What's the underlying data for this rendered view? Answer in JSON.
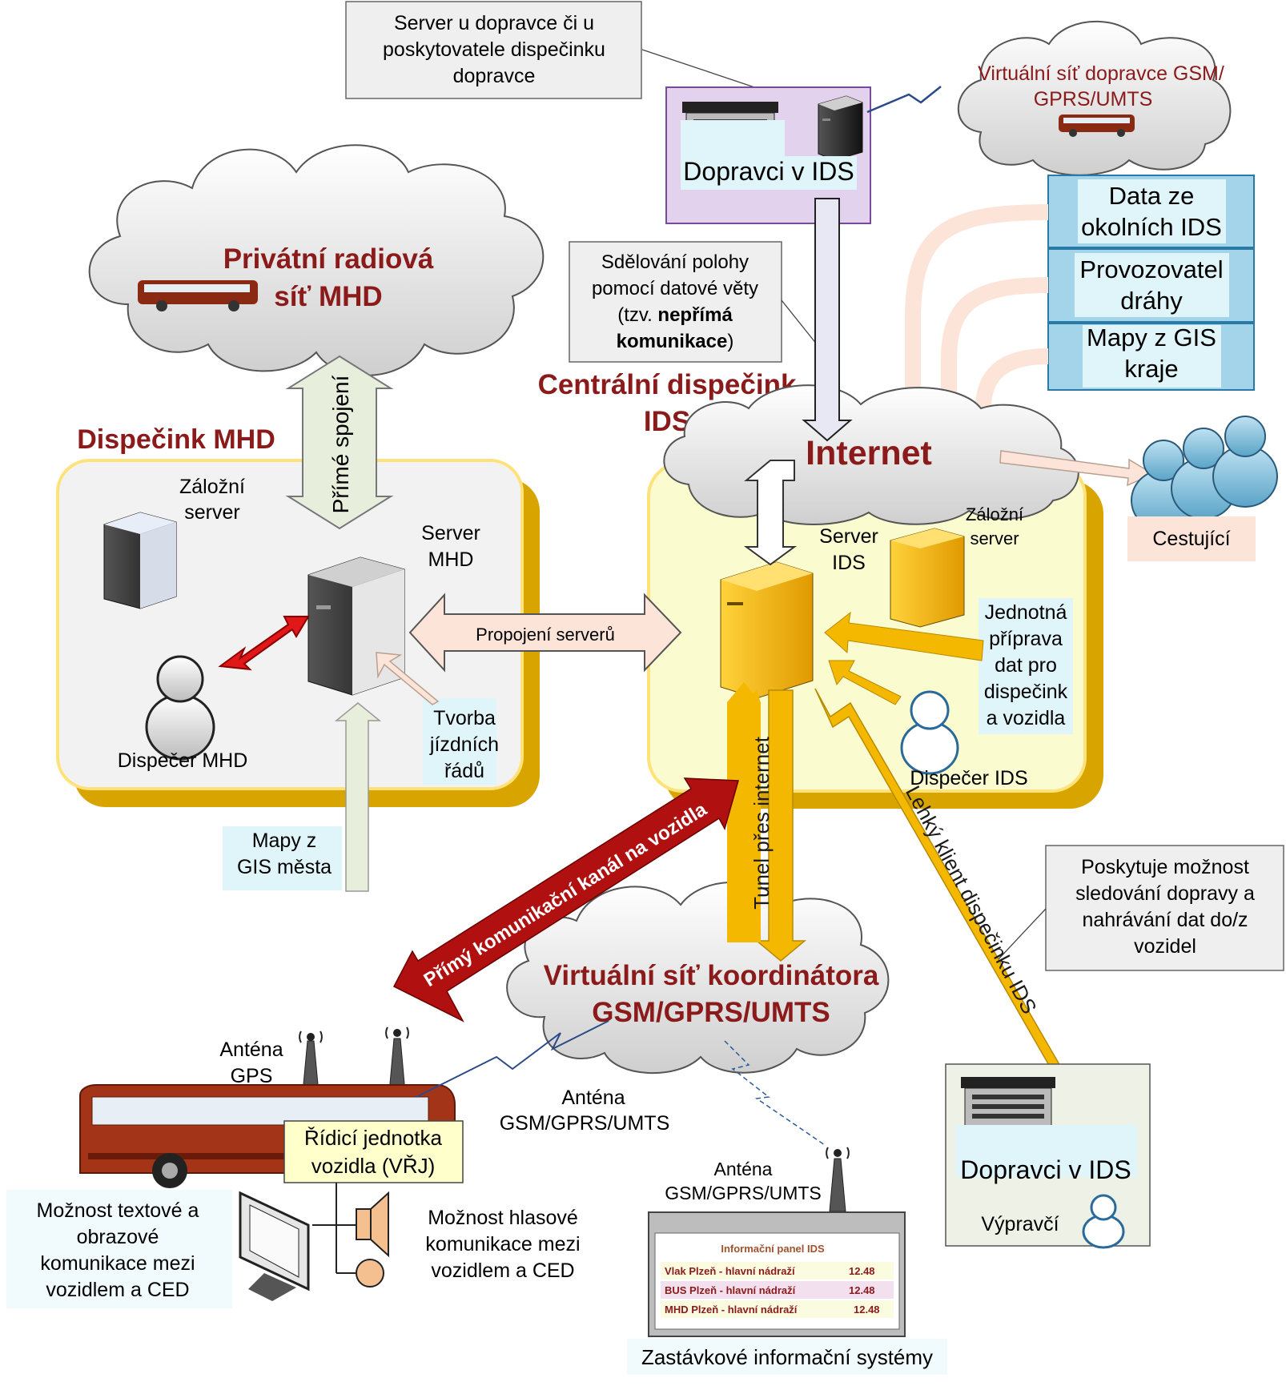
{
  "clouds": {
    "private_radio": {
      "title_line1": "Privátní radiová",
      "title_line2": "síť MHD"
    },
    "carrier_virtual": {
      "title_line1": "Virtuální síť dopravce GSM/",
      "title_line2": "GPRS/UMTS"
    },
    "internet": {
      "title": "Internet"
    },
    "coordinator": {
      "title_line1": "Virtuální síť koordinátora",
      "title_line2": "GSM/GPRS/UMTS"
    }
  },
  "callouts": {
    "carrier_server": [
      "Server u dopravce či u",
      "poskytovatele dispečinku",
      "dopravce"
    ],
    "position_msg": {
      "line1": "Sdělování polohy",
      "line2": "pomocí datové věty",
      "line3_pre": "(tzv. ",
      "line3_bold": "nepřímá",
      "line4_bold": "komunikace",
      "line4_post": ")"
    },
    "tracking": [
      "Poskytuje možnost",
      "sledování dopravy a",
      "nahrávání dat do/z",
      "vozidel"
    ]
  },
  "carriers_top": {
    "label": "Dopravci v IDS"
  },
  "data_sources": [
    {
      "line1": "Data ze",
      "line2": "okolních IDS"
    },
    {
      "line1": "Provozovatel",
      "line2": "dráhy"
    },
    {
      "line1": "Mapy z GIS",
      "line2": "kraje"
    }
  ],
  "dispatch_mhd": {
    "title": "Dispečink MHD",
    "backup_server": [
      "Záložní",
      "server"
    ],
    "server": [
      "Server",
      "MHD"
    ],
    "dispatcher": "Dispečer MHD",
    "timetables": [
      "Tvorba",
      "jízdních",
      "řádů"
    ]
  },
  "central": {
    "title_line1": "Centrální dispečink",
    "title_line2": "IDS",
    "server": [
      "Server",
      "IDS"
    ],
    "backup_server": [
      "Záložní",
      "server"
    ],
    "unified": [
      "Jednotná",
      "příprava",
      "dat pro",
      "dispečink",
      "a vozidla"
    ],
    "dispatcher": "Dispečer IDS"
  },
  "travelers": "Cestující",
  "arrows": {
    "direct_link": "Přímé spojení",
    "server_link": "Propojení serverů",
    "tunnel": "Tunel přes internet",
    "direct_channel": "Přímý komunikační kanál na vozidla",
    "light_client": "Lehký klient dispečinku IDS"
  },
  "city_maps": [
    "Mapy z",
    "GIS města"
  ],
  "vehicle": {
    "antenna_gps": [
      "Anténa",
      "GPS"
    ],
    "antenna_gsm": [
      "Anténa",
      "GSM/GPRS/UMTS"
    ],
    "unit": [
      "Řídicí jednotka",
      "vozidla (VŘJ)"
    ],
    "text_comm": [
      "Možnost textové a",
      "obrazové",
      "komunikace mezi",
      "vozidlem a CED"
    ],
    "voice_comm": [
      "Možnost hlasové",
      "komunikace mezi",
      "vozidlem a CED"
    ]
  },
  "stop_system": {
    "antenna": [
      "Anténa",
      "GSM/GPRS/UMTS"
    ],
    "panel_title": "Informační panel IDS",
    "rows": [
      {
        "route": "Vlak Plzeň - hlavní nádraží",
        "time": "12.48"
      },
      {
        "route": "BUS  Plzeň - hlavní nádraží",
        "time": "12.48"
      },
      {
        "route": "MHD  Plzeň - hlavní nádraží",
        "time": "12.48"
      }
    ],
    "caption": "Zastávkové informační systémy"
  },
  "carriers_bottom": {
    "label": "Dopravci v IDS",
    "dispatcher": "Výpravčí"
  },
  "colors": {
    "dark_red": "#8b1a1a",
    "gold": "#f5b800",
    "pale_yellow": "#fbfbd0",
    "purple_box": "#e2d2ee",
    "blue_box": "#a4d4ea",
    "cyan_label": "#dff5fa",
    "peach": "#fde4d8",
    "red_arrow": "#e01818"
  }
}
